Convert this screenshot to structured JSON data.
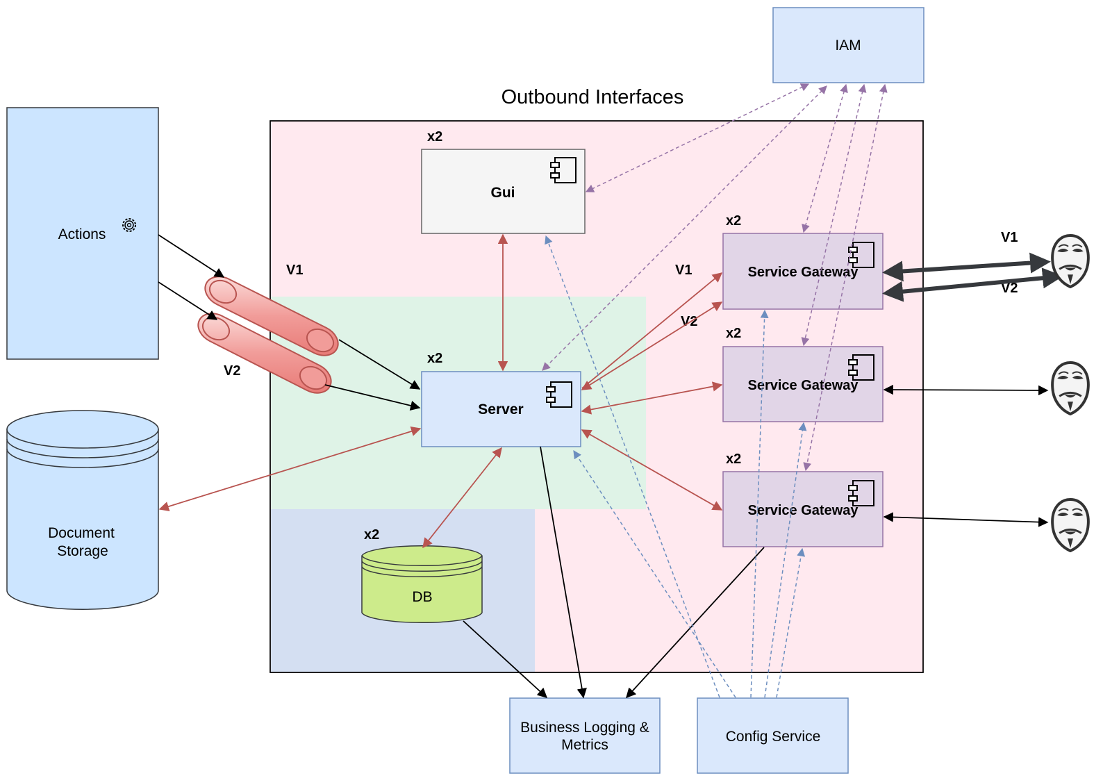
{
  "title": "Outbound Interfaces",
  "actions": {
    "label": "Actions",
    "icon": "gear-icon"
  },
  "document_storage": {
    "line1": "Document",
    "line2": "Storage"
  },
  "iam": {
    "label": "IAM"
  },
  "gui": {
    "label": "Gui",
    "mult": "x2"
  },
  "server": {
    "label": "Server",
    "mult": "x2"
  },
  "db": {
    "label": "DB",
    "mult": "x2"
  },
  "gateways": [
    {
      "label": "Service Gateway",
      "mult": "x2"
    },
    {
      "label": "Service Gateway",
      "mult": "x2"
    },
    {
      "label": "Service Gateway",
      "mult": "x2"
    }
  ],
  "logging": {
    "line1": "Business Logging &",
    "line2": "Metrics"
  },
  "config": {
    "label": "Config Service"
  },
  "versions": {
    "v1": "V1",
    "v2": "V2"
  },
  "colors": {
    "outer_fill": "#ffe9ef",
    "green_zone": "#dff3e7",
    "blue_zone": "#d4dff2",
    "blue_box": "#dae8fc",
    "blue_stroke": "#6c8ebf",
    "gui_fill": "#f5f5f5",
    "gateway_fill": "#e1d5e7",
    "gateway_stroke": "#9673a6",
    "db_fill": "#cdeb8b",
    "queue_fill": "#f19c99",
    "red_edge": "#b85450",
    "purple_edge": "#9673a6",
    "blue_edge": "#6c8ebf"
  }
}
